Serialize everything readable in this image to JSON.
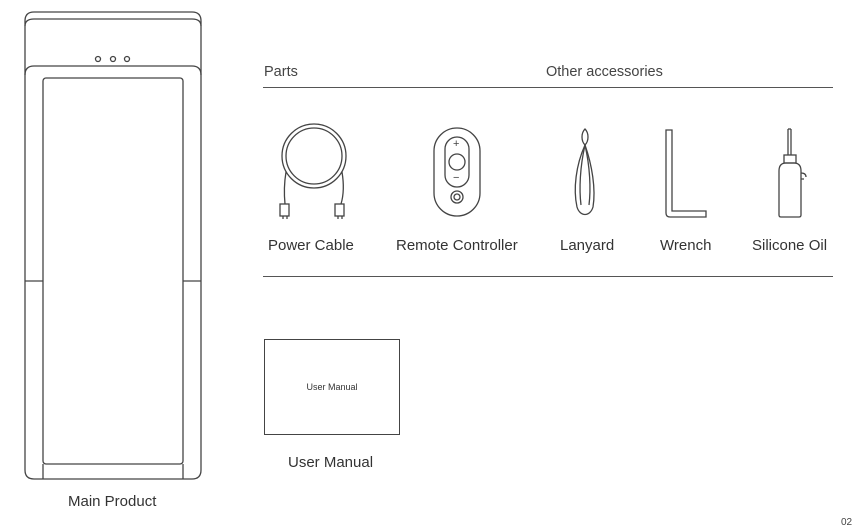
{
  "main_product": {
    "label": "Main Product"
  },
  "sections": {
    "parts": "Parts",
    "other_accessories": "Other accessories"
  },
  "accessories": [
    {
      "label": "Power Cable",
      "icon": "power-cable-icon"
    },
    {
      "label": "Remote Controller",
      "icon": "remote-controller-icon"
    },
    {
      "label": "Lanyard",
      "icon": "lanyard-icon"
    },
    {
      "label": "Wrench",
      "icon": "wrench-icon"
    },
    {
      "label": "Silicone Oil",
      "icon": "silicone-oil-icon"
    }
  ],
  "remote_symbols": {
    "plus": "+",
    "minus": "−"
  },
  "manual": {
    "cover_text": "User Manual",
    "label": "User Manual"
  },
  "page_number": "02"
}
